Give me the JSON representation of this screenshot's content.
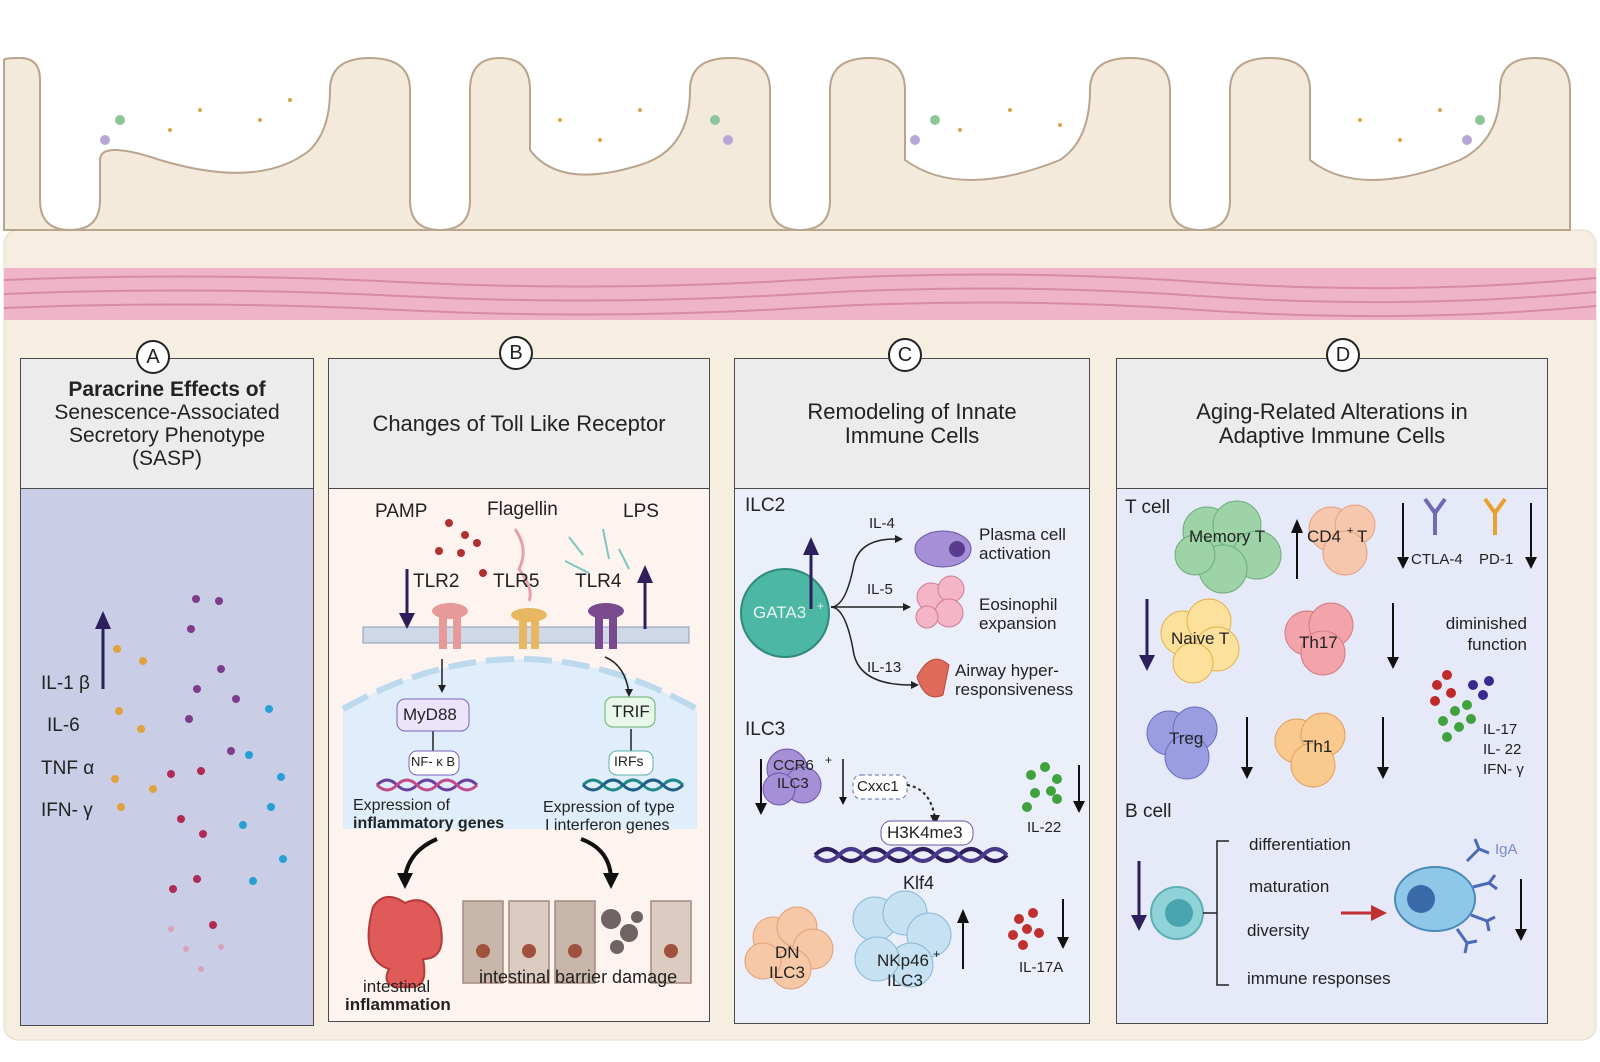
{
  "panels": {
    "a": {
      "badge": "A",
      "title_bold": "Paracrine Effects of",
      "title_rest": "Senescence-Associated Secretory Phenotype (SASP)",
      "cytokines": [
        "IL-1 β",
        "IL-6",
        "TNF α",
        "IFN- γ"
      ]
    },
    "b": {
      "badge": "B",
      "title": "Changes of Toll Like Receptor",
      "ligands": [
        "PAMP",
        "Flagellin",
        "LPS"
      ],
      "receptors": [
        "TLR2",
        "TLR5",
        "TLR4"
      ],
      "myd88": "MyD88",
      "nfkb": "NF- κ B",
      "trif": "TRIF",
      "irfs": "IRFs",
      "expr_left_1": "Expression of",
      "expr_left_2": "inflammatory genes",
      "expr_right_1": "Expression of type",
      "expr_right_2": "I interferon  genes",
      "outcome_left_1": "intestinal",
      "outcome_left_2": "inflammation",
      "outcome_right": "intestinal barrier damage"
    },
    "c": {
      "badge": "C",
      "title": "Remodeling of Innate Immune Cells",
      "ilc2": "ILC2",
      "gata3": "GATA3",
      "gata3_sup": "+",
      "il4": "IL-4",
      "il5": "IL-5",
      "il13": "IL-13",
      "plasma": "Plasma cell activation",
      "eosinophil": "Eosinophil expansion",
      "airway": "Airway hyper-responsiveness",
      "ilc3": "ILC3",
      "ccr6": "CCR6",
      "ccr6_sup": "+",
      "ccr6_ilc3": "ILC3",
      "cxxc1": "Cxxc1",
      "h3k4me3": "H3K4me3",
      "klf4": "Klf4",
      "il22": "IL-22",
      "dn": "DN",
      "dn_ilc3": "ILC3",
      "nkp46": "NKp46",
      "nkp46_sup": "+",
      "nkp46_ilc3": "ILC3",
      "il17a": "IL-17A"
    },
    "d": {
      "badge": "D",
      "title": "Aging-Related Alterations in Adaptive Immune Cells",
      "tcell": "T cell",
      "memory": "Memory T",
      "cd4": "CD4",
      "cd4_sup": "+",
      "cd4_t": "T",
      "ctla4": "CTLA-4",
      "pd1": "PD-1",
      "naive": "Naive T",
      "th17": "Th17",
      "diminished": "diminished function",
      "treg": "Treg",
      "th1": "Th1",
      "il17": "IL-17",
      "il22": "IL- 22",
      "ifng": "IFN- γ",
      "bcell": "B cell",
      "b_items": [
        "differentiation",
        "maturation",
        "diversity",
        "immune responses"
      ],
      "iga": "IgA"
    }
  },
  "colors": {
    "arrow_purple": "#2c1f5c",
    "panel_a_body": "#c9cde6",
    "panel_b_body": "#fdf3ef",
    "panel_c_body": "#eaeffa",
    "panel_d_body": "#e6e9f7",
    "tissue": "#f6eee1",
    "muscle": "#f0b4c8"
  }
}
